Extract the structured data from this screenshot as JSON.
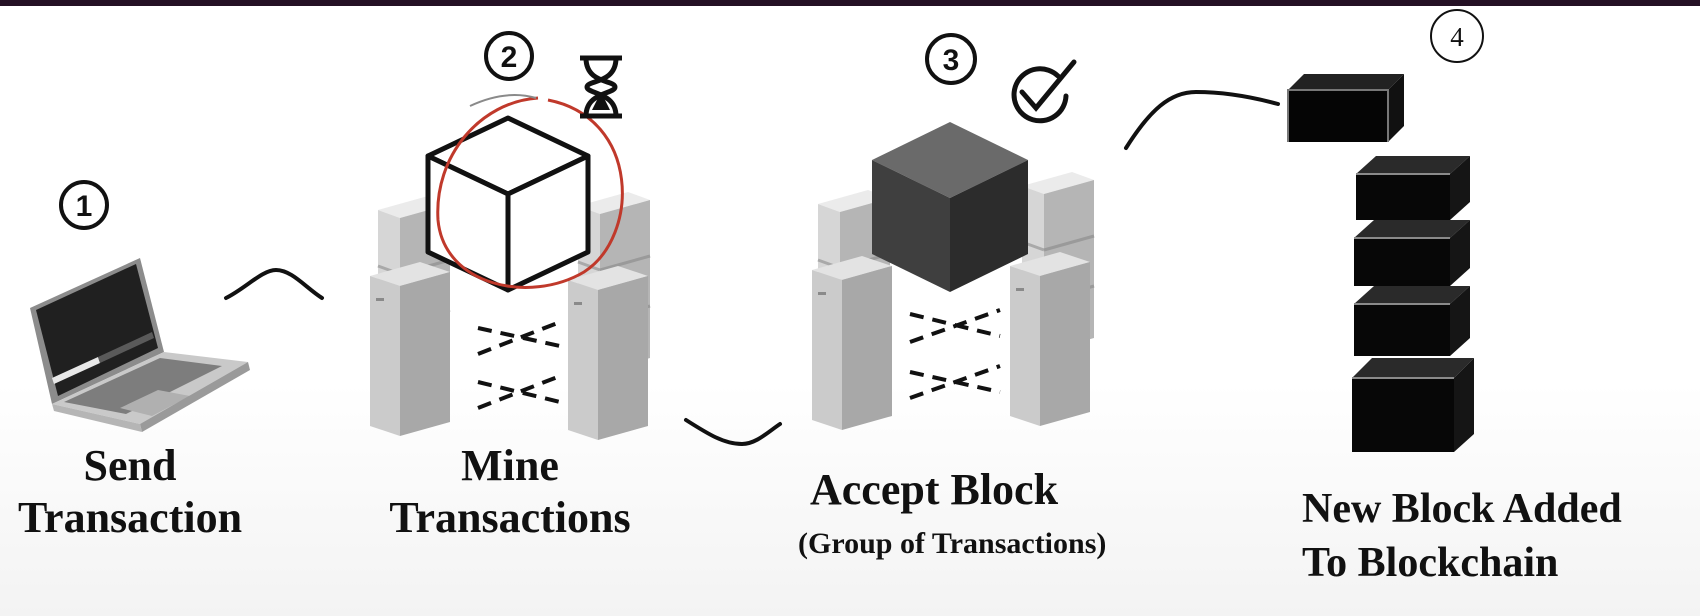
{
  "steps": [
    {
      "number": "1",
      "label_line1": "Send",
      "label_line2": "Transaction"
    },
    {
      "number": "2",
      "label_line1": "Mine",
      "label_line2": "Transactions"
    },
    {
      "number": "3",
      "label_line1": "Accept Block",
      "label_line2": "(Group of Transactions)"
    },
    {
      "number": "4",
      "label_line1": "New Block Added",
      "label_line2": "To Blockchain"
    }
  ],
  "icons": {
    "laptop": "laptop-icon",
    "hourglass": "hourglass-icon",
    "check": "check-circle-icon",
    "server": "server-icon",
    "block": "block-icon"
  },
  "colors": {
    "background": "#ffffff",
    "frame": "#241024",
    "server_gray": "#cfcfcf",
    "accepted_block": "#474747",
    "chain_block": "#0a0a0a",
    "pen_red": "#c0392b"
  }
}
